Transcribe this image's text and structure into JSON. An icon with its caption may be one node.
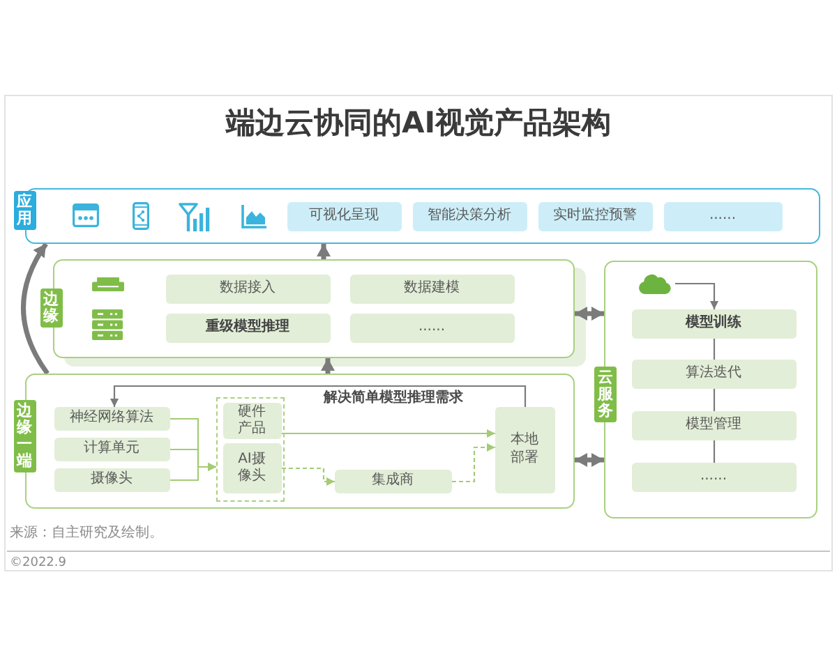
{
  "diagram": {
    "title": "端边云协同的AI视觉产品架构",
    "nodes": [
      {
        "text": [
          "应用"
        ]
      },
      {
        "text": [
          "可视化呈现"
        ],
        "in": 0
      },
      {
        "text": [
          "智能决策分析"
        ],
        "in": 0
      },
      {
        "text": [
          "实时监控预警"
        ],
        "in": 0
      },
      {
        "text": [
          "......"
        ],
        "in": 0
      },
      {
        "text": [
          "边缘"
        ]
      },
      {
        "text": [
          "数据接入"
        ],
        "in": 5
      },
      {
        "text": [
          "数据建模"
        ],
        "in": 5
      },
      {
        "text": [
          "重级模型推理"
        ],
        "in": 5
      },
      {
        "text": [
          "......"
        ],
        "in": 5
      },
      {
        "text": [
          "云服务"
        ]
      },
      {
        "text": [],
        "shape": "cloud",
        "in": 10
      },
      {
        "text": [
          "模型训练"
        ],
        "in": 10
      },
      {
        "text": [
          "算法迭代"
        ],
        "in": 10
      },
      {
        "text": [
          "模型管理"
        ],
        "in": 10
      },
      {
        "text": [
          "......"
        ],
        "in": 10
      },
      {
        "text": [
          "边缘一端"
        ]
      },
      {
        "text": [
          "神经网络算法"
        ],
        "in": 16
      },
      {
        "text": [
          "计算单元"
        ],
        "in": 16
      },
      {
        "text": [
          "摄像头"
        ],
        "in": 16
      },
      {
        "text": [],
        "shape": "box",
        "in": 16
      },
      {
        "text": [
          "硬件产品"
        ],
        "in": 20
      },
      {
        "text": [
          "AI摄像头"
        ],
        "in": 20
      },
      {
        "text": [
          "集成商"
        ],
        "in": 16
      },
      {
        "text": [
          "本地部署"
        ],
        "in": 16
      }
    ],
    "edges": [
      {
        "from": 16,
        "to": 0,
        "arrow": "to",
        "style": "thick"
      },
      {
        "from": 5,
        "to": 0,
        "arrow": "to",
        "style": "thick"
      },
      {
        "from": 16,
        "to": 5,
        "arrow": "to",
        "style": "thick"
      },
      {
        "from": 5,
        "to": 10,
        "arrow": "both",
        "style": "thick"
      },
      {
        "from": 16,
        "to": 10,
        "arrow": "both",
        "style": "thick"
      },
      {
        "from": 11,
        "to": 12,
        "arrow": "to"
      },
      {
        "from": 12,
        "to": 13,
        "arrow": "none"
      },
      {
        "from": 13,
        "to": 14,
        "arrow": "none"
      },
      {
        "from": 14,
        "to": 15,
        "arrow": "none"
      },
      {
        "from": 17,
        "to": 20,
        "arrow": "to",
        "color": "#a3cc74"
      },
      {
        "from": 18,
        "to": 20,
        "arrow": "to",
        "color": "#a3cc74"
      },
      {
        "from": 19,
        "to": 20,
        "arrow": "to",
        "color": "#a3cc74"
      },
      {
        "from": 21,
        "to": 24,
        "arrow": "to",
        "color": "#a3cc74"
      },
      {
        "from": 22,
        "to": 23,
        "arrow": "to",
        "style": "dashed",
        "color": "#a3cc74"
      },
      {
        "from": 23,
        "to": 24,
        "arrow": "to",
        "style": "dashed",
        "color": "#a3cc74"
      },
      {
        "from": 24,
        "to": 17,
        "arrow": "to"
      }
    ],
    "labels": [
      "解决简单模型推理需求",
      "来源：自主研究及绘制。",
      "©2022.9"
    ]
  }
}
